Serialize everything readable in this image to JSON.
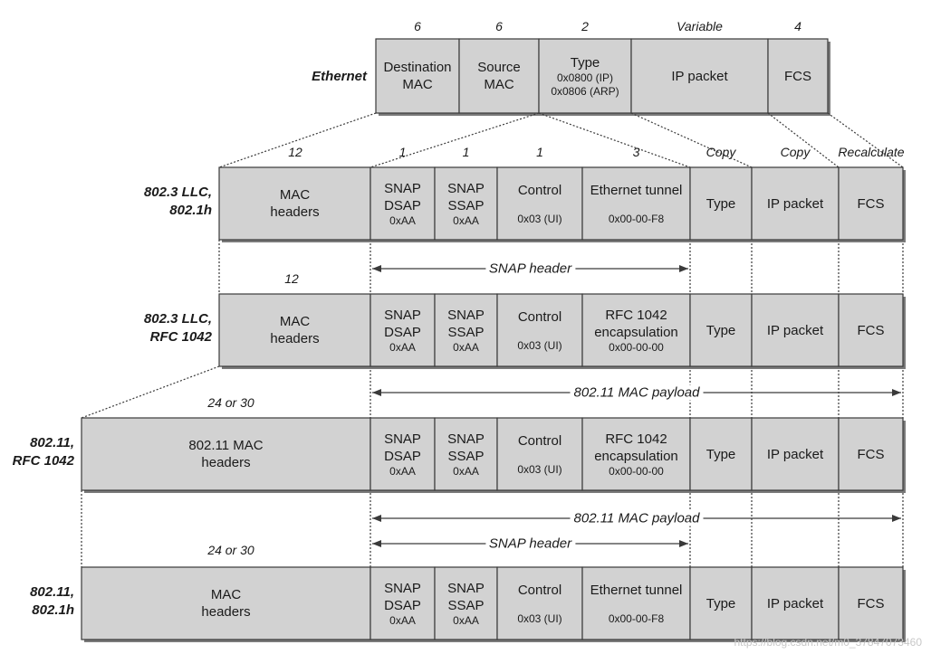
{
  "ethernet": {
    "row_label": "Ethernet",
    "sizes": [
      "6",
      "6",
      "2",
      "Variable",
      "4"
    ],
    "fields": {
      "dest": "Destination\nMAC",
      "src": "Source\nMAC",
      "type_title": "Type",
      "type_ip": "0x0800 (IP)",
      "type_arp": "0x0806 (ARP)",
      "ip": "IP packet",
      "fcs": "FCS"
    }
  },
  "size_header_llc_1h": [
    "12",
    "1",
    "1",
    "1",
    "3",
    "Copy",
    "Copy",
    "Recalculate"
  ],
  "size_header_llc_1042": "12",
  "size_header_80211": [
    "24 or 30",
    "24 or 30"
  ],
  "rows": [
    {
      "label_line1": "802.3 LLC,",
      "label_line2": "802.1h",
      "mac": "MAC\nheaders",
      "dsap": [
        "SNAP",
        "DSAP",
        "0xAA"
      ],
      "ssap": [
        "SNAP",
        "SSAP",
        "0xAA"
      ],
      "control": [
        "Control",
        "0x03 (UI)"
      ],
      "tunnel_title": "Ethernet tunnel",
      "tunnel_value": "0x00-00-F8",
      "type": "Type",
      "ip": "IP packet",
      "fcs": "FCS"
    },
    {
      "label_line1": "802.3 LLC,",
      "label_line2": "RFC 1042",
      "mac": "MAC\nheaders",
      "dsap": [
        "SNAP",
        "DSAP",
        "0xAA"
      ],
      "ssap": [
        "SNAP",
        "SSAP",
        "0xAA"
      ],
      "control": [
        "Control",
        "0x03 (UI)"
      ],
      "tunnel_title": "RFC 1042\nencapsulation",
      "tunnel_value": "0x00-00-00",
      "type": "Type",
      "ip": "IP packet",
      "fcs": "FCS"
    },
    {
      "label_line1": "802.11,",
      "label_line2": "RFC 1042",
      "mac": "802.11 MAC\nheaders",
      "dsap": [
        "SNAP",
        "DSAP",
        "0xAA"
      ],
      "ssap": [
        "SNAP",
        "SSAP",
        "0xAA"
      ],
      "control": [
        "Control",
        "0x03 (UI)"
      ],
      "tunnel_title": "RFC 1042\nencapsulation",
      "tunnel_value": "0x00-00-00",
      "type": "Type",
      "ip": "IP packet",
      "fcs": "FCS"
    },
    {
      "label_line1": "802.11,",
      "label_line2": "802.1h",
      "mac": "MAC\nheaders",
      "dsap": [
        "SNAP",
        "DSAP",
        "0xAA"
      ],
      "ssap": [
        "SNAP",
        "SSAP",
        "0xAA"
      ],
      "control": [
        "Control",
        "0x03 (UI)"
      ],
      "tunnel_title": "Ethernet tunnel",
      "tunnel_value": "0x00-00-F8",
      "type": "Type",
      "ip": "IP packet",
      "fcs": "FCS"
    }
  ],
  "arrows": {
    "snap_header": "SNAP header",
    "mac_payload": "802.11 MAC payload"
  },
  "watermark": "https://blog.csdn.net/m0_37847073460",
  "colors": {
    "box_fill": "#d2d2d2",
    "stroke": "#3a3a3a",
    "text": "#1a1a1a"
  }
}
